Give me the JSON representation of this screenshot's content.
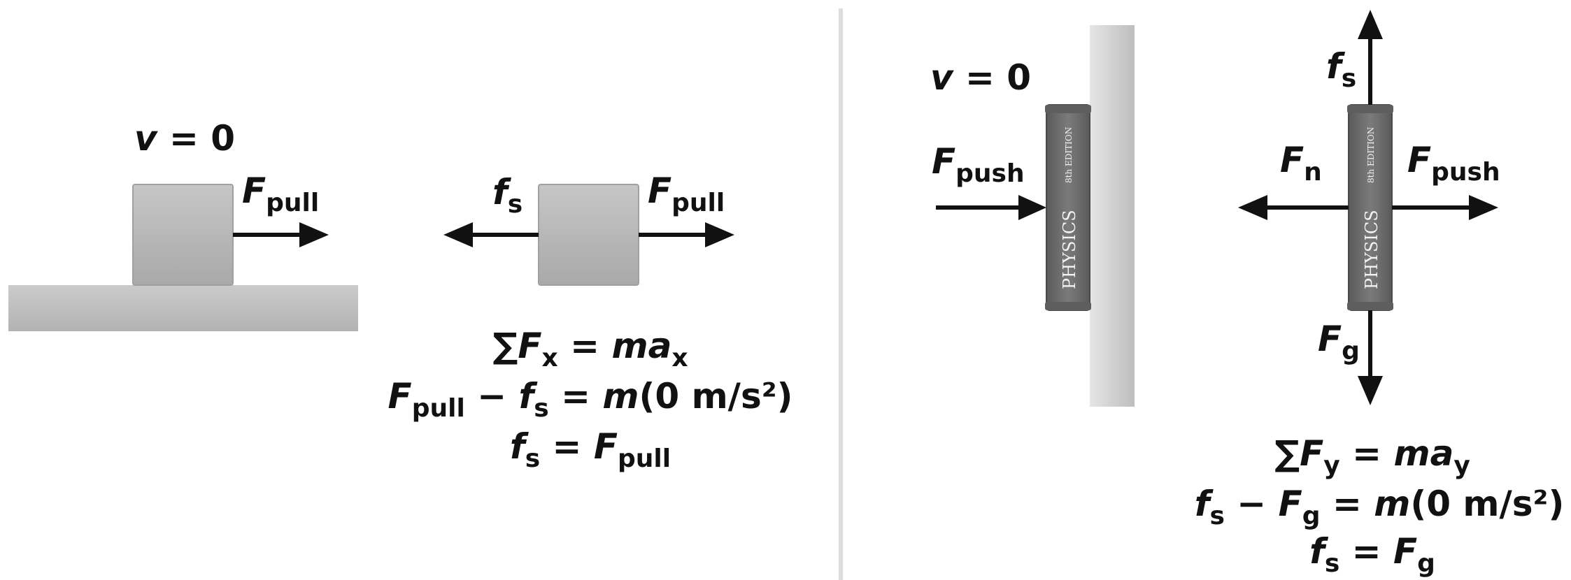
{
  "left_panel": {
    "v_label": {
      "sym": "v",
      "rest": " = 0"
    },
    "f_pull": {
      "sym": "F",
      "sub": "pull"
    },
    "fbd_fs": {
      "sym": "f",
      "sub": "s"
    },
    "fbd_fpull": {
      "sym": "F",
      "sub": "pull"
    },
    "eq1": {
      "a": "∑",
      "F": "F",
      "x": "x",
      "rest": " = ",
      "m": "m",
      "a2": "a",
      "sub2": "x"
    },
    "eq2": {
      "F": "F",
      "pull": "pull",
      "minus": " − ",
      "f": "f",
      "s": "s",
      "rest": " = ",
      "m": "m",
      "tail": "(0 m/s²)"
    },
    "eq3": {
      "f": "f",
      "s": "s",
      "eq": " = ",
      "F": "F",
      "pull": "pull"
    }
  },
  "right_panel": {
    "v_label": {
      "sym": "v",
      "rest": " = 0"
    },
    "f_push": {
      "sym": "F",
      "sub": "push"
    },
    "book": {
      "title": "PHYSICS",
      "edition": "8th EDITION"
    },
    "fbd_fs": {
      "sym": "f",
      "sub": "s"
    },
    "fbd_fn": {
      "sym": "F",
      "sub": "n"
    },
    "fbd_fpush": {
      "sym": "F",
      "sub": "push"
    },
    "fbd_fg": {
      "sym": "F",
      "sub": "g"
    },
    "eq1": {
      "a": "∑",
      "F": "F",
      "y": "y",
      "rest": " = ",
      "m": "m",
      "a2": "a",
      "sub2": "y"
    },
    "eq2": {
      "f": "f",
      "s": "s",
      "minus": " − ",
      "F": "F",
      "g": "g",
      "rest": " = ",
      "m": "m",
      "tail": "(0 m/s²)"
    },
    "eq3": {
      "f": "f",
      "s": "s",
      "eq": " = ",
      "F": "F",
      "g": "g"
    }
  },
  "colors": {
    "block": "#b9b9b9",
    "surface": "#c4c4c4",
    "wall": "#d2d2d2",
    "book": "#6e6e6e",
    "arrow": "#111111",
    "divider": "#dddddd"
  }
}
